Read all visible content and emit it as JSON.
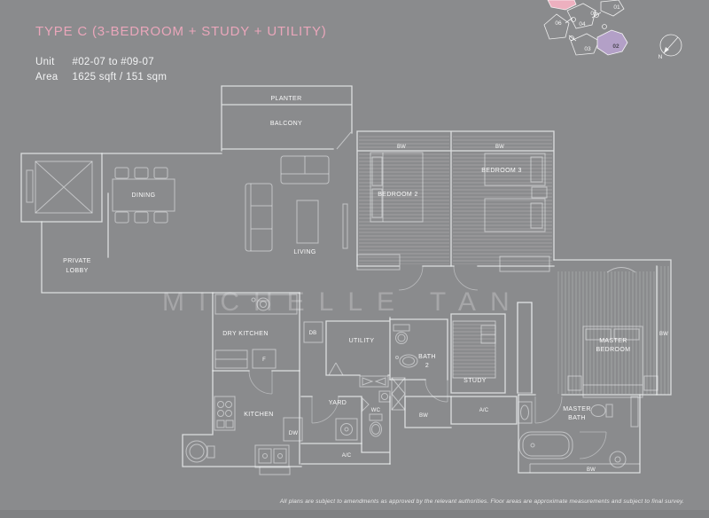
{
  "header": {
    "title": "TYPE C (3-BEDROOM + STUDY + UTILITY)",
    "unit_label": "Unit",
    "unit_value": "#02-07 to #09-07",
    "area_label": "Area",
    "area_value": "1625 sqft / 151 sqm"
  },
  "site_plan": {
    "units": [
      "01",
      "02",
      "03",
      "04",
      "05",
      "06"
    ],
    "highlighted_unit": "02",
    "compass": "N"
  },
  "watermark": "MICHELLE TAN",
  "labels": {
    "planter": "PLANTER",
    "balcony": "BALCONY",
    "dining": "DINING",
    "private": "PRIVATE",
    "lobby": "LOBBY",
    "living": "LIVING",
    "bedroom2": "BEDROOM 2",
    "bedroom3": "BEDROOM 3",
    "master": "MASTER",
    "bedroom": "BEDROOM",
    "bath": "BATH",
    "bath2_num": "2",
    "dry_kitchen": "DRY KITCHEN",
    "kitchen": "KITCHEN",
    "utility": "UTILITY",
    "yard": "YARD",
    "wc": "WC",
    "study": "STUDY",
    "ac": "A/C",
    "bw": "BW",
    "db": "DB",
    "fridge": "F",
    "dishwasher": "DW"
  },
  "footer": {
    "disclaimer": "All plans are subject to amendments as approved by the relevant authorities. Floor areas are approximate measurements and subject to final survey."
  },
  "colors": {
    "background": "#8a8b8d",
    "title": "#e9a6ba",
    "plan_line": "#f0f2f4",
    "unit_highlight": "#b3a0c7",
    "other_unit_highlight": "#edb0bf"
  }
}
